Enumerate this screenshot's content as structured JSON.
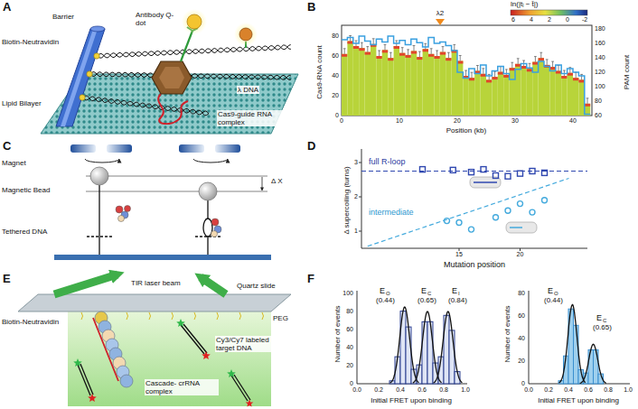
{
  "diagram": {
    "labels": [
      "A",
      "Barrier",
      "Biotin-Neutravidin",
      "Lipid Bilayer",
      "Antibody Q-dot",
      "λ DNA",
      "Cas9-guide RNA complex",
      "B",
      "λ2",
      "ln(|tᵢ − t̄|)",
      "6",
      "4",
      "2",
      "0",
      "-2",
      "Cas9-RNA count",
      "0",
      "20",
      "40",
      "60",
      "80",
      "PAM count",
      "60",
      "80",
      "100",
      "120",
      "140",
      "160",
      "180",
      "0",
      "10",
      "20",
      "30",
      "40",
      "Position (kb)",
      "C",
      "Magnet",
      "Δ X",
      "Magnetic Bead",
      "Tethered DNA",
      "D",
      "full R-loop",
      "intermediate",
      "Δ supercoiling (turns)",
      "1",
      "2",
      "3",
      "15",
      "20",
      "Mutation position",
      "E",
      "TIR laser beam",
      "Quartz slide",
      "PEG",
      "Biotin-Neutravidin",
      "Cy3/Cy7 labeled target DNA",
      "Cascade- crRNA complex",
      "F",
      "Number of events",
      "0",
      "20",
      "40",
      "60",
      "80",
      "100",
      "0.0",
      "0.2",
      "0.4",
      "0.6",
      "0.8",
      "1.0",
      "Initial FRET upon binding",
      "E",
      "O",
      "(0.44)",
      "E",
      "C",
      "(0.65)",
      "E",
      "I",
      "(0.84)",
      "Number of events",
      "0",
      "20",
      "40",
      "60",
      "80",
      "0.0",
      "0.2",
      "0.4",
      "0.6",
      "0.8",
      "1.0",
      "Initial FRET upon binding",
      "E",
      "O",
      "(0.44)",
      "E",
      "C",
      "(0.65)"
    ]
  }
}
